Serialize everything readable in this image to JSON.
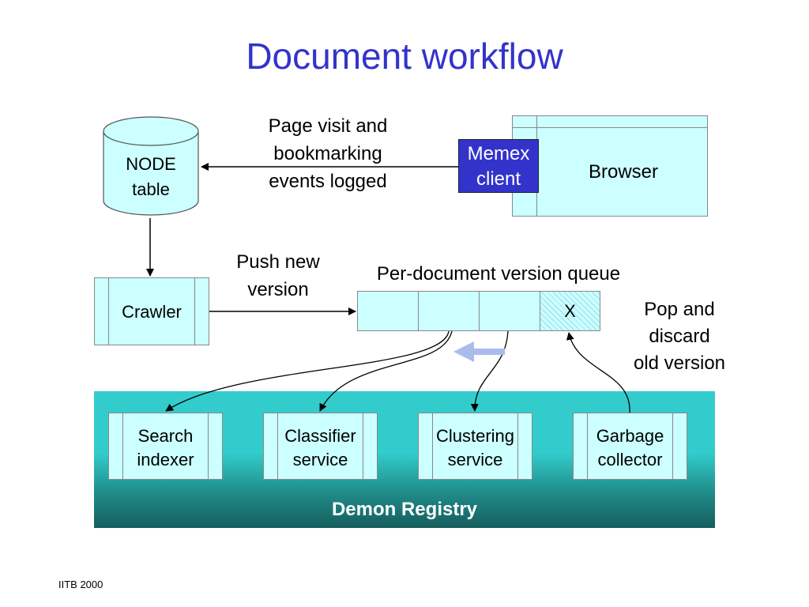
{
  "title": "Document workflow",
  "node_table": {
    "line1": "NODE",
    "line2": "table"
  },
  "event_label": {
    "line1": "Page visit and",
    "line2": "bookmarking",
    "line3": "events logged"
  },
  "memex": {
    "line1": "Memex",
    "line2": "client"
  },
  "browser": {
    "label": "Browser"
  },
  "push_label": {
    "line1": "Push new",
    "line2": "version"
  },
  "crawler": {
    "label": "Crawler"
  },
  "queue": {
    "label": "Per-document version queue",
    "last_cell": "X"
  },
  "pop_label": {
    "line1": "Pop and",
    "line2": "discard",
    "line3": "old version"
  },
  "demon_registry": {
    "label": "Demon Registry",
    "demons": [
      {
        "line1": "Search",
        "line2": "indexer"
      },
      {
        "line1": "Classifier",
        "line2": "service"
      },
      {
        "line1": "Clustering",
        "line2": "service"
      },
      {
        "line1": "Garbage",
        "line2": "collector"
      }
    ]
  },
  "footer": "IITB 2000",
  "colors": {
    "title": "#3333cc",
    "box_fill": "#ccffff",
    "memex_fill": "#3333cc",
    "registry_fill": "#33cccc",
    "queue_arrow": "#aabbee"
  }
}
